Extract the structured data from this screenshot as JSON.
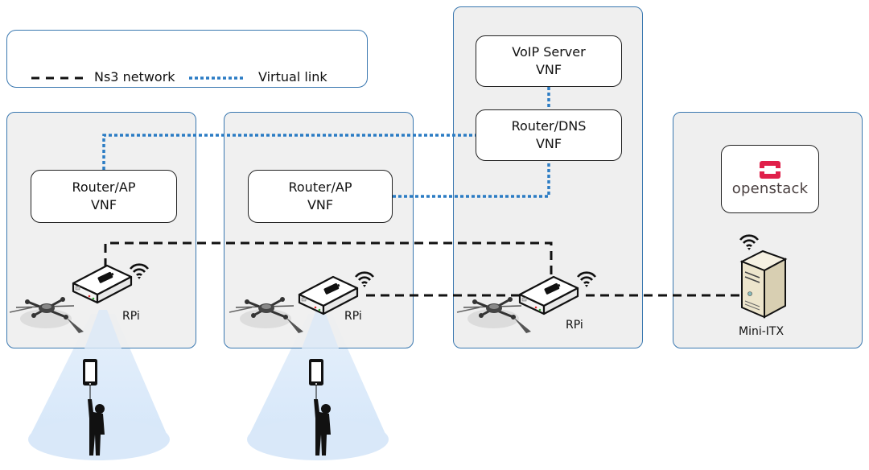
{
  "legend": {
    "ns3_label": "Ns3 network",
    "virtual_label": "Virtual link"
  },
  "colors": {
    "panel_border": "#3a78b0",
    "panel_bg": "#efefef",
    "virtual_link": "#2b7cc4",
    "ns3_link": "#111111",
    "openstack_red": "#e0204a",
    "coverage": "#dbe9f8"
  },
  "nodes": [
    {
      "id": "node1",
      "vnf": {
        "line1": "Router/AP",
        "line2": "VNF"
      },
      "device": "RPi",
      "has_drone": true,
      "has_user": true
    },
    {
      "id": "node2",
      "vnf": {
        "line1": "Router/AP",
        "line2": "VNF"
      },
      "device": "RPi",
      "has_drone": true,
      "has_user": true
    },
    {
      "id": "node3",
      "vnfs": [
        {
          "line1": "VoIP Server",
          "line2": "VNF"
        },
        {
          "line1": "Router/DNS",
          "line2": "VNF"
        }
      ],
      "device": "RPi",
      "has_drone": true
    },
    {
      "id": "node4",
      "logo": "openstack",
      "logo_text": "openstack",
      "device": "Mini-ITX"
    }
  ]
}
